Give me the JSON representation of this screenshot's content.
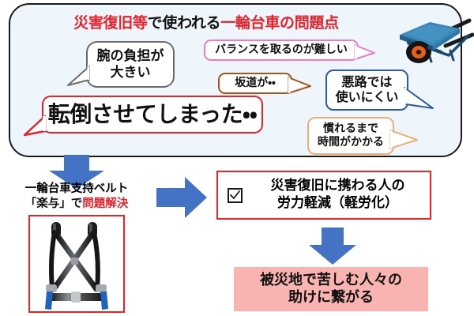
{
  "colors": {
    "red": "#e8212b",
    "red_border": "#ee2222",
    "blue_arrow": "#4472c4",
    "pink_outcome_bg": "#f9b3b0",
    "panel_bg": "#eff6fb",
    "panel_border": "#1a1a1a",
    "bubble_gray": "#6b6b6b",
    "bubble_pink": "#e87ec8",
    "bubble_brown": "#a5551b",
    "bubble_blue": "#2a5aa8",
    "bubble_tan": "#eab077",
    "wheelbarrow_body": "#2f7cb0",
    "wheelbarrow_wheel": "#e8601c"
  },
  "problem_panel": {
    "title": {
      "part1_red": "災害復旧等",
      "part2_black": "で使われる",
      "part3_red": "一輪台車の問題点"
    },
    "bubbles": {
      "arm": {
        "line1": "腕の負担が",
        "line2": "大きい"
      },
      "balance": {
        "line1": "バランスを取るのが難しい"
      },
      "slope": {
        "line1": "坂道が・・"
      },
      "road": {
        "line1": "悪路では",
        "line2": "使いにくい"
      },
      "time": {
        "line1": "慣れるまで",
        "line2": "時間がかかる"
      },
      "tipped": {
        "line1": "転倒させてしまった・・"
      }
    },
    "illustration": "wheelbarrow-icon"
  },
  "solution": {
    "caption": {
      "line1": "一輪台車支持ベルト",
      "line2_black_a": "「楽与」で",
      "line2_red": "問題解決"
    },
    "photo": "support-belt-harness-photo"
  },
  "effect": {
    "checkbox_mark": "✓",
    "line1": "災害復旧に携わる人の",
    "line2": "労力軽減（軽労化）"
  },
  "outcome": {
    "line1": "被災地で苦しむ人々の",
    "line2": "助けに繋がる"
  },
  "arrows": {
    "down_to_solution": "down-arrow",
    "right_to_effect": "right-arrow",
    "down_to_outcome": "down-arrow"
  }
}
